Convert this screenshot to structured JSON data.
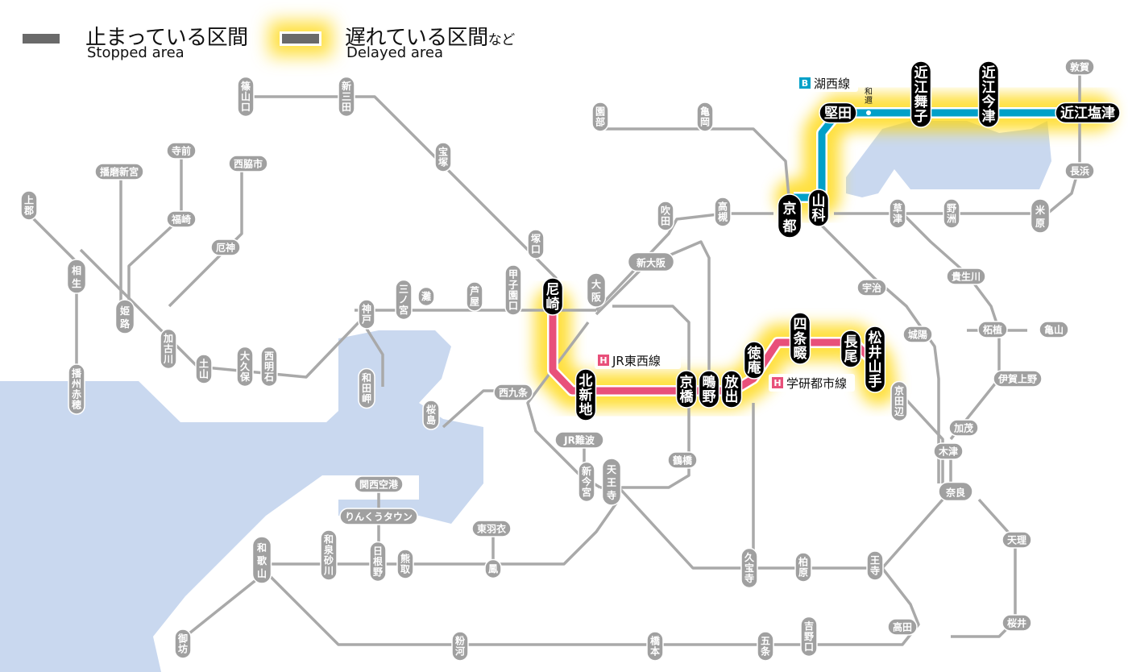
{
  "legend": {
    "stopped": {
      "label_jp": "止まっている区間",
      "label_en": "Stopped area",
      "color": "#6a6a6a"
    },
    "delayed": {
      "label_jp": "遅れている区間",
      "label_jp_suffix": "など",
      "label_en": "Delayed area",
      "color": "#6a6a6a",
      "glow_color": "#ffd600"
    }
  },
  "colors": {
    "water": "#c9d8ef",
    "normal_line": "#a9a9a9",
    "station_fill": "#a0a0a0",
    "highlight_station_fill": "#000000",
    "delay_glow": "#ffd600",
    "kosei_line": "#00a0c8",
    "tozai_line": "#e8507a"
  },
  "line_labels": [
    {
      "id": "kosei",
      "badge": "B",
      "name": "湖西線",
      "badge_color": "#00a0c8"
    },
    {
      "id": "tozai",
      "badge": "H",
      "name": "JR東西線",
      "badge_color": "#e8507a"
    },
    {
      "id": "gakkentoshi",
      "badge": "H",
      "name": "学研都市線",
      "badge_color": "#e8507a"
    }
  ],
  "small_label": {
    "name": "和邇"
  },
  "highlighted_stations": [
    {
      "name": "堅田",
      "line": "kosei"
    },
    {
      "name": "近江舞子",
      "line": "kosei"
    },
    {
      "name": "近江今津",
      "line": "kosei"
    },
    {
      "name": "近江塩津",
      "line": "kosei"
    },
    {
      "name": "山科",
      "line": "kosei"
    },
    {
      "name": "京都",
      "line": "kosei"
    },
    {
      "name": "尼崎",
      "line": "tozai"
    },
    {
      "name": "北新地",
      "line": "tozai"
    },
    {
      "name": "京橋",
      "line": "tozai"
    },
    {
      "name": "鴫野",
      "line": "gakkentoshi"
    },
    {
      "name": "放出",
      "line": "gakkentoshi"
    },
    {
      "name": "徳庵",
      "line": "gakkentoshi"
    },
    {
      "name": "四条畷",
      "line": "gakkentoshi"
    },
    {
      "name": "長尾",
      "line": "gakkentoshi"
    },
    {
      "name": "松井山手",
      "line": "gakkentoshi"
    }
  ],
  "stations": [
    "篠山口",
    "新三田",
    "宝塚",
    "園部",
    "亀岡",
    "敦賀",
    "長浜",
    "米原",
    "野洲",
    "草津",
    "吹田",
    "高槻",
    "新大阪",
    "塚口",
    "甲子園口",
    "芦屋",
    "灘",
    "三ノ宮",
    "神戸",
    "和田岬",
    "西明石",
    "大久保",
    "土山",
    "加古川",
    "姫路",
    "相生",
    "上郡",
    "播磨新宮",
    "寺前",
    "福崎",
    "西脇市",
    "厄神",
    "播州赤穂",
    "大阪",
    "西九条",
    "桜島",
    "JR難波",
    "新今宮",
    "天王寺",
    "鶴橋",
    "関西空港",
    "りんくうタウン",
    "東羽衣",
    "鳳",
    "熊取",
    "日根野",
    "和泉砂川",
    "和歌山",
    "御坊",
    "粉河",
    "橋本",
    "五条",
    "吉野口",
    "高田",
    "王寺",
    "柏原",
    "久宝寺",
    "奈良",
    "天理",
    "桜井",
    "木津",
    "加茂",
    "京田辺",
    "城陽",
    "宇治",
    "伊賀上野",
    "柘植",
    "亀山",
    "貴生川"
  ]
}
